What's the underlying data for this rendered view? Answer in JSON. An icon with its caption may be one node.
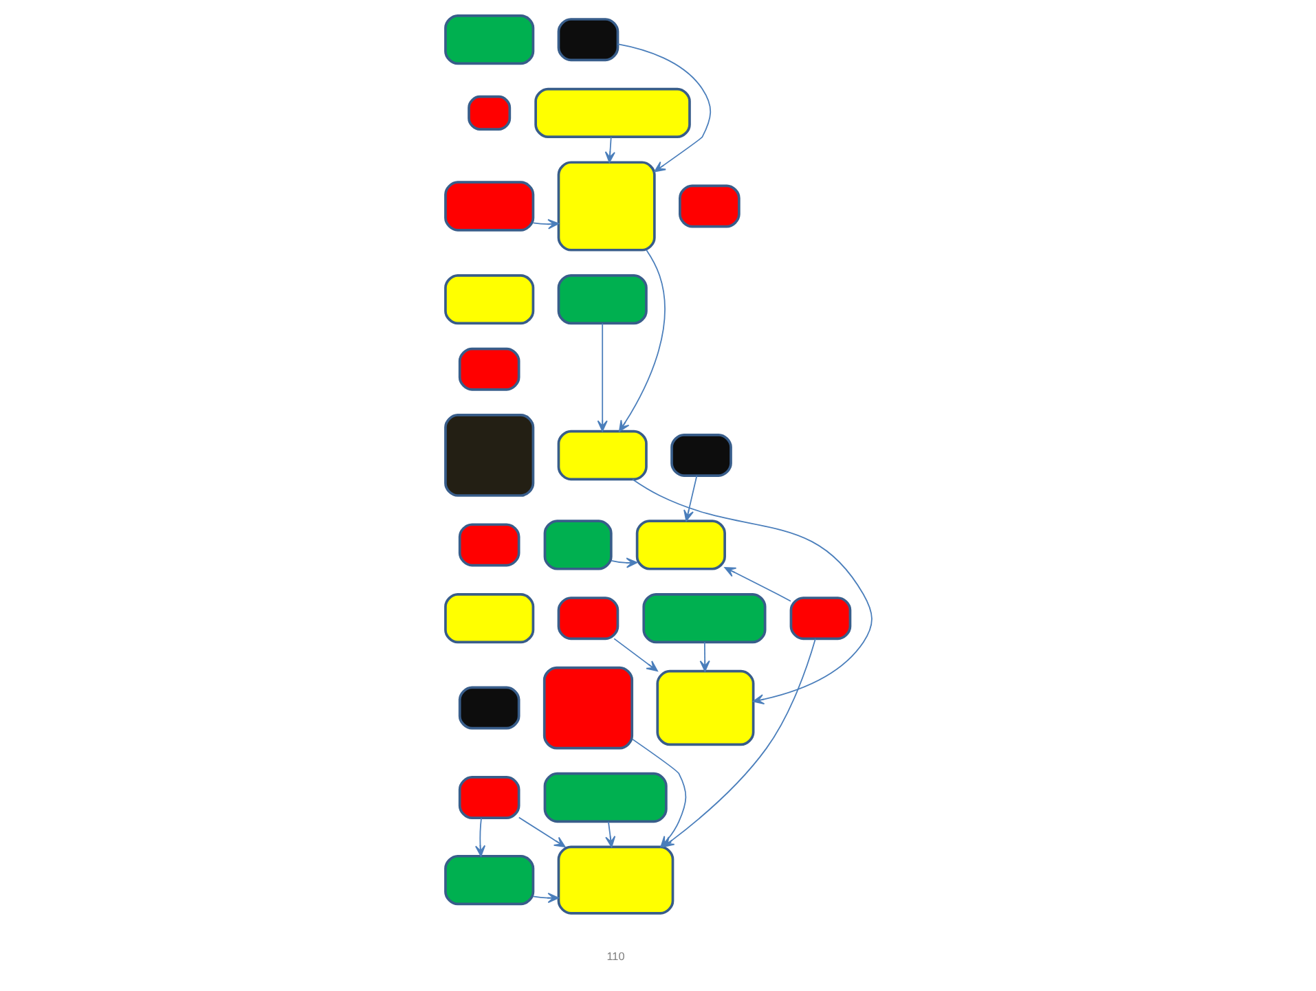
{
  "diagram": {
    "nodes": [
      {
        "text": [],
        "shape": "box"
      },
      {
        "text": [],
        "shape": "box"
      },
      {
        "text": [],
        "shape": "box"
      },
      {
        "text": [],
        "shape": "box"
      },
      {
        "text": [],
        "shape": "box"
      },
      {
        "text": [],
        "shape": "box"
      },
      {
        "text": [],
        "shape": "box"
      },
      {
        "text": [],
        "shape": "box"
      },
      {
        "text": [],
        "shape": "box"
      },
      {
        "text": [],
        "shape": "box"
      },
      {
        "text": [],
        "shape": "box"
      },
      {
        "text": [],
        "shape": "box"
      },
      {
        "text": [],
        "shape": "box"
      },
      {
        "text": [],
        "shape": "box"
      },
      {
        "text": [],
        "shape": "box"
      },
      {
        "text": [],
        "shape": "box"
      },
      {
        "text": [],
        "shape": "box"
      },
      {
        "text": [],
        "shape": "box"
      },
      {
        "text": [],
        "shape": "box"
      },
      {
        "text": [],
        "shape": "box"
      },
      {
        "text": [],
        "shape": "box"
      },
      {
        "text": [],
        "shape": "box"
      },
      {
        "text": [],
        "shape": "box"
      },
      {
        "text": [],
        "shape": "box"
      },
      {
        "text": [],
        "shape": "box"
      },
      {
        "text": [],
        "shape": "box"
      },
      {
        "text": [],
        "shape": "box"
      }
    ],
    "edges": [
      {
        "from": 1,
        "to": 5,
        "arrow": "to"
      },
      {
        "from": 3,
        "to": 5,
        "arrow": "to"
      },
      {
        "from": 4,
        "to": 5,
        "arrow": "to"
      },
      {
        "from": 8,
        "to": 11,
        "arrow": "to"
      },
      {
        "from": 5,
        "to": 11,
        "arrow": "to"
      },
      {
        "from": 11,
        "to": 22,
        "arrow": "to"
      },
      {
        "from": 12,
        "to": 15,
        "arrow": "to"
      },
      {
        "from": 14,
        "to": 15,
        "arrow": "to"
      },
      {
        "from": 19,
        "to": 15,
        "arrow": "to"
      },
      {
        "from": 17,
        "to": 22,
        "arrow": "to"
      },
      {
        "from": 18,
        "to": 22,
        "arrow": "to"
      },
      {
        "from": 19,
        "to": 26,
        "arrow": "to"
      },
      {
        "from": 21,
        "to": 26,
        "arrow": "to"
      },
      {
        "from": 23,
        "to": 26,
        "arrow": "to"
      },
      {
        "from": 23,
        "to": 25,
        "arrow": "to"
      },
      {
        "from": 24,
        "to": 26,
        "arrow": "to"
      },
      {
        "from": 25,
        "to": 26,
        "arrow": "to"
      }
    ],
    "labels": [
      "110"
    ]
  }
}
